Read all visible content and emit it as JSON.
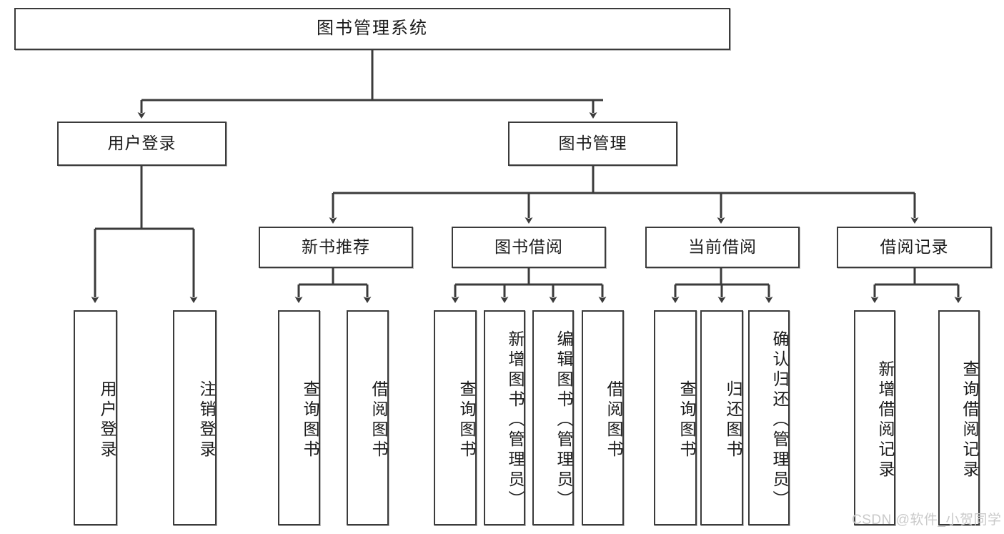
{
  "diagram": {
    "type": "tree-hierarchy",
    "title": "图书管理系统",
    "colors": {
      "stroke": "#3b3b3b",
      "fill": "#ffffff",
      "text": "#1b1b1b",
      "watermark": "#c9c9c9"
    },
    "levels": {
      "root": {
        "label": "图书管理系统"
      },
      "level2": [
        {
          "id": "user-login",
          "label": "用户登录"
        },
        {
          "id": "book-manage",
          "label": "图书管理"
        }
      ],
      "level3": [
        {
          "id": "new-book-recommend",
          "label": "新书推荐"
        },
        {
          "id": "book-borrow",
          "label": "图书借阅"
        },
        {
          "id": "current-borrow",
          "label": "当前借阅"
        },
        {
          "id": "borrow-record",
          "label": "借阅记录"
        }
      ],
      "leaves": {
        "user_login": [
          {
            "id": "leaf-user-login",
            "label": "用户登录"
          },
          {
            "id": "leaf-logout-login",
            "label": "注销登录"
          }
        ],
        "new_book_recommend": [
          {
            "id": "leaf-query-book-1",
            "label": "查询图书"
          },
          {
            "id": "leaf-borrow-book-1",
            "label": "借阅图书"
          }
        ],
        "book_borrow": [
          {
            "id": "leaf-query-book-2",
            "label": "查询图书"
          },
          {
            "id": "leaf-add-book",
            "label": "新增图书（管理员）"
          },
          {
            "id": "leaf-edit-book",
            "label": "编辑图书（管理员）"
          },
          {
            "id": "leaf-borrow-book-2",
            "label": "借阅图书"
          }
        ],
        "current_borrow": [
          {
            "id": "leaf-query-book-3",
            "label": "查询图书"
          },
          {
            "id": "leaf-return-book",
            "label": "归还图书"
          },
          {
            "id": "leaf-confirm-return",
            "label": "确认归还（管理员）"
          }
        ],
        "borrow_record": [
          {
            "id": "leaf-add-record",
            "label": "新增借阅记录"
          },
          {
            "id": "leaf-query-record",
            "label": "查询借阅记录"
          }
        ]
      }
    },
    "watermark": "CSDN @软件_小贺同学"
  }
}
